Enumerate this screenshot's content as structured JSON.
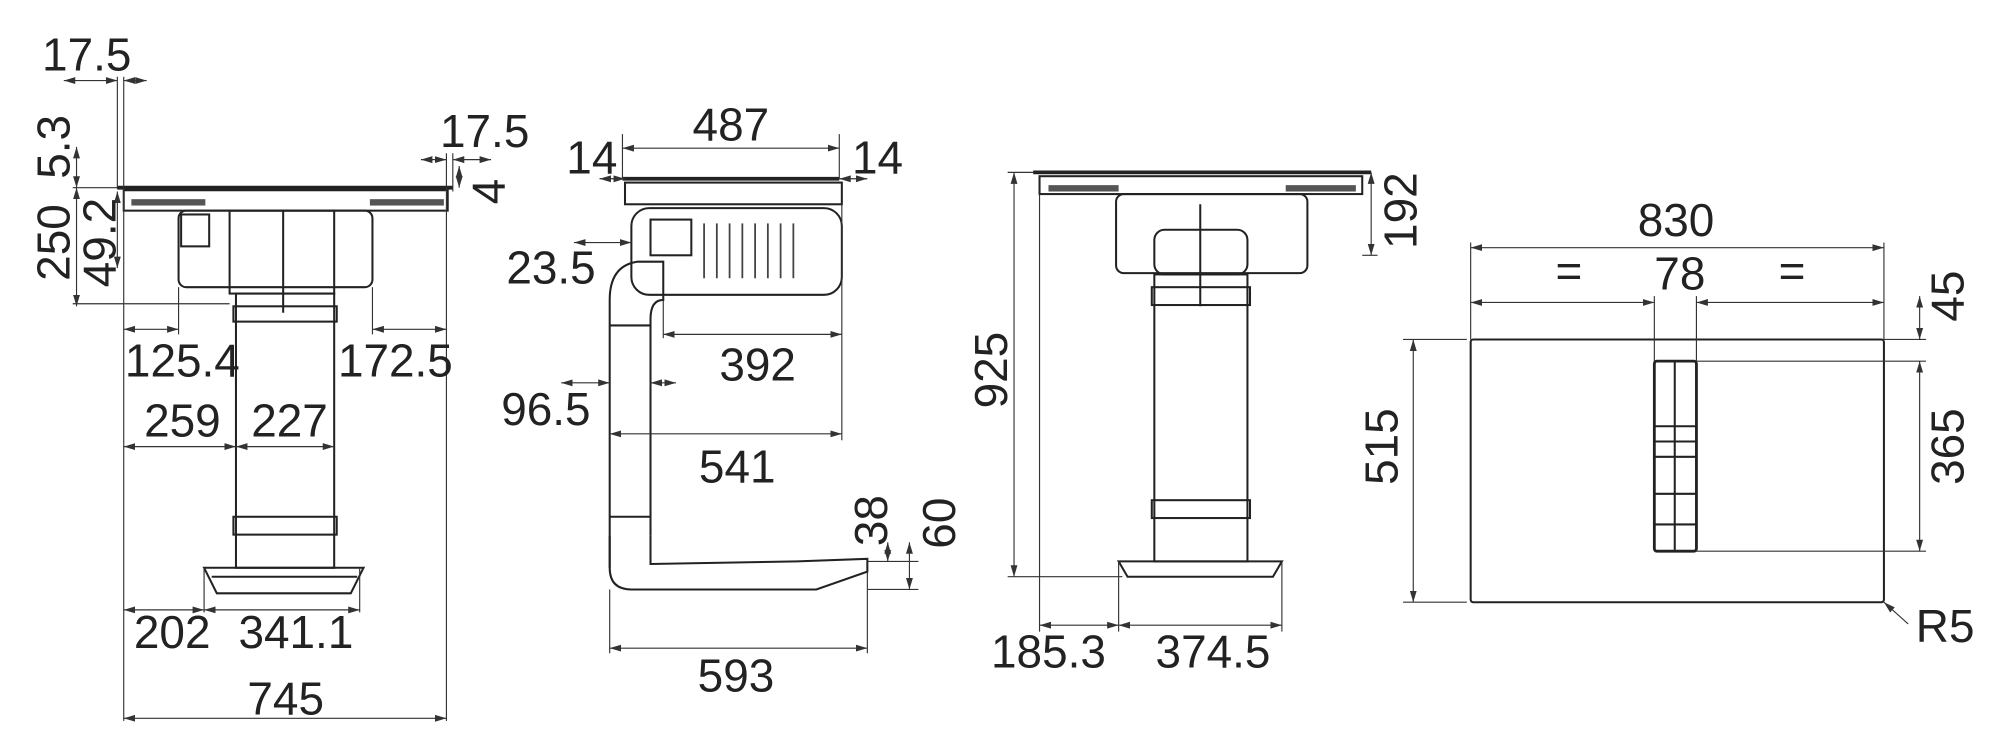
{
  "front_view": {
    "dims": {
      "edge_left": "17.5",
      "glass_thickness": "5.3",
      "total_height_top": "250",
      "body_height": "49.2",
      "edge_right": "17.5",
      "frame_height": "4",
      "left_offset": "125.4",
      "right_offset": "172.5",
      "left_to_column": "259",
      "column_width": "227",
      "left_to_base": "202",
      "base_width": "341.1",
      "overall_width": "745"
    }
  },
  "side_view": {
    "dims": {
      "top_width": "487",
      "left_margin": "14",
      "right_margin": "14",
      "duct_offset": "23.5",
      "fan_depth": "392",
      "duct_width": "96.5",
      "duct_depth": "541",
      "outlet_height_inner": "38",
      "outlet_height_outer": "60",
      "overall_depth": "593"
    }
  },
  "rear_view": {
    "dims": {
      "unit_height": "192",
      "overall_height": "925",
      "left_to_base": "185.3",
      "base_width": "374.5"
    }
  },
  "cutout_view": {
    "dims": {
      "cutout_width": "830",
      "equal_left": "=",
      "slot_width": "78",
      "equal_right": "=",
      "slot_offset": "45",
      "cutout_depth": "515",
      "slot_length": "365",
      "corner_radius": "R5"
    }
  }
}
